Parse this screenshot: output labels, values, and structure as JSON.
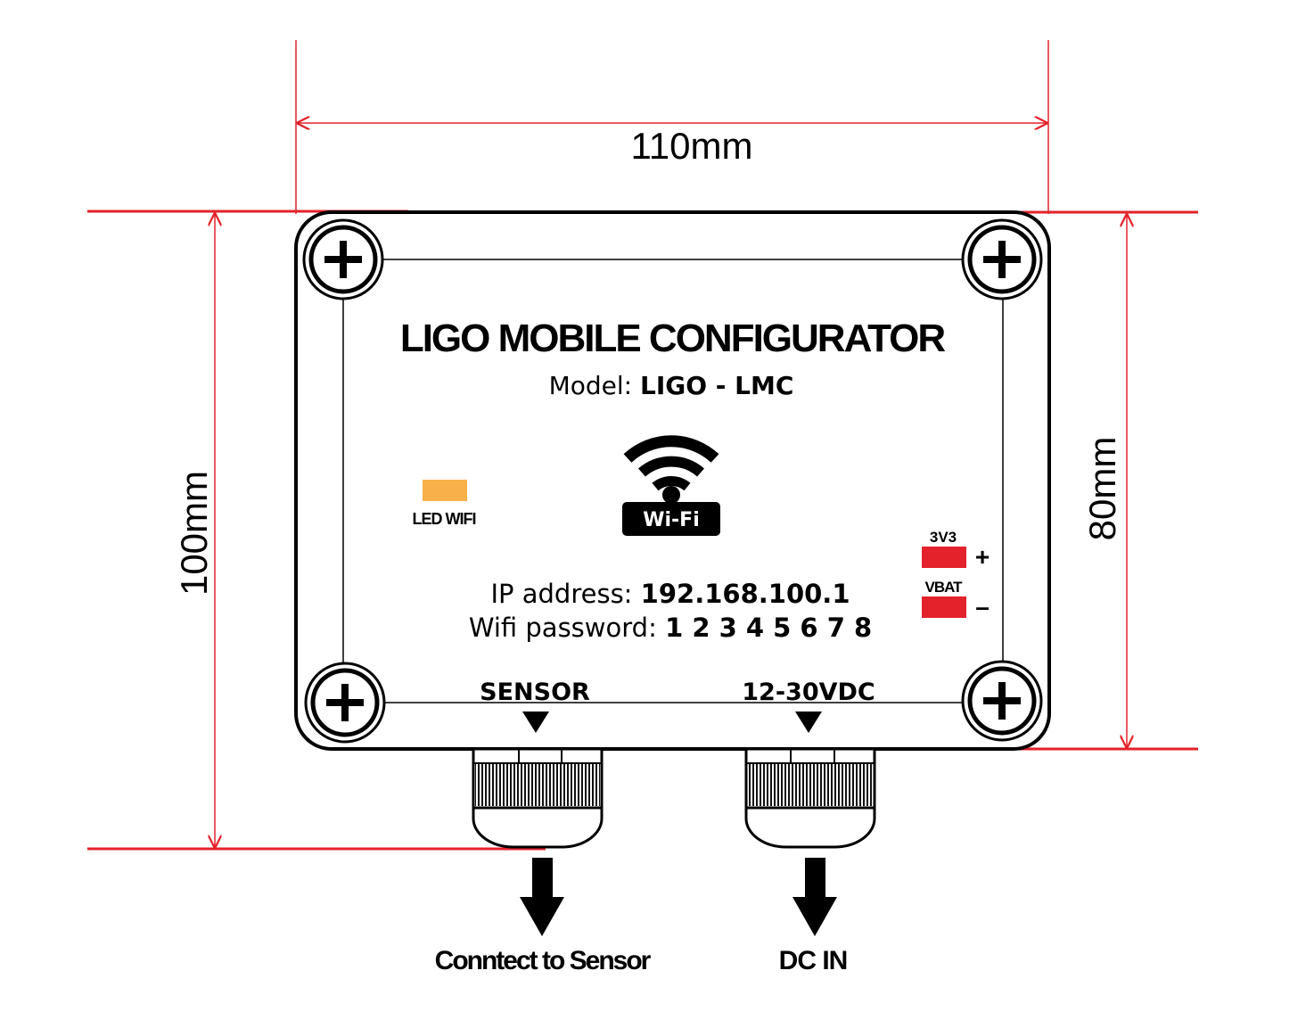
{
  "dimensions": {
    "width_label": "110mm",
    "height_label": "100mm",
    "body_height_label": "80mm"
  },
  "device": {
    "title": "LIGO MOBILE CONFIGURATOR",
    "model_label": "Model: ",
    "model_value": "LIGO - LMC",
    "wifi_badge": "Wi-Fi",
    "led_label": "LED WIFI",
    "ip_label": "IP address: ",
    "ip_value": "192.168.100.1",
    "password_label": "Wifi password: ",
    "password_value": "1 2 3 4 5 6 7 8",
    "pad_top_label": "3V3",
    "pad_bottom_label": "VBAT",
    "pad_plus": "+",
    "pad_minus": "–",
    "port_left_label": "SENSOR",
    "port_right_label": "12-30VDC"
  },
  "outputs": {
    "left": "Conntect to Sensor",
    "right": "DC IN"
  },
  "colors": {
    "dimension_line": "#e3222b",
    "led": "#f7b04a",
    "pad": "#e3222b",
    "outline": "#000000"
  }
}
